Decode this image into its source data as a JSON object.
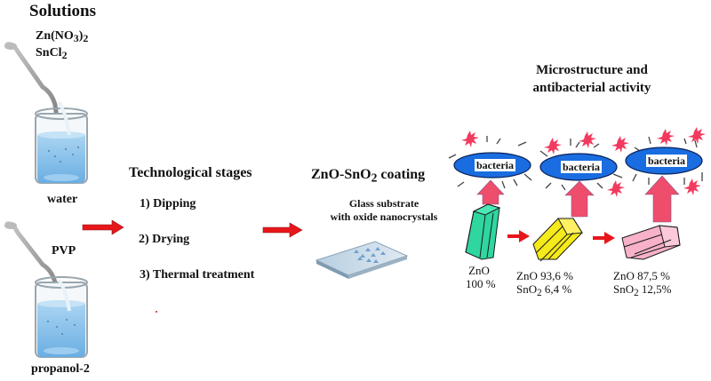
{
  "solutions": {
    "title": "Solutions",
    "reagent_1_base": "Zn(NO",
    "reagent_1_sub": "3",
    "reagent_1_end": ")",
    "reagent_1_sub2": "2",
    "reagent_2_base": "SnCl",
    "reagent_2_sub": "2",
    "solvent_1": "water",
    "additive": "PVP",
    "solvent_2": "propanol-2"
  },
  "stages": {
    "title": "Technological stages",
    "items": [
      "1) Dipping",
      "2) Drying",
      "3) Thermal treatment"
    ]
  },
  "coating": {
    "title_a": "ZnO-SnO",
    "title_sub": "2",
    "title_b": " coating",
    "substrate_line1": "Glass substrate",
    "substrate_line2": "with oxide nanocrystals"
  },
  "results": {
    "title_line1": "Microstructure and",
    "title_line2": "antibacterial activity",
    "bacteria_label": "bacteria",
    "samples": [
      {
        "line1": "ZnO",
        "line2": "100 %",
        "color": "#2fd6a0"
      },
      {
        "line1": "ZnO 93,6 %",
        "line2_a": "SnO",
        "line2_sub": "2",
        "line2_b": " 6,4 %",
        "color": "#f5ea1a"
      },
      {
        "line1": "ZnO 87,5 %",
        "line2_a": "SnO",
        "line2_sub": "2",
        "line2_b": " 12,5%",
        "color": "#f7b1c8"
      }
    ]
  },
  "colors": {
    "arrow_red": "#e8161b",
    "activity_arrow": "#ee4d6c",
    "bacteria_fill": "#1a6de0",
    "star": "#f23a5e",
    "water": "#8fc3ea"
  }
}
